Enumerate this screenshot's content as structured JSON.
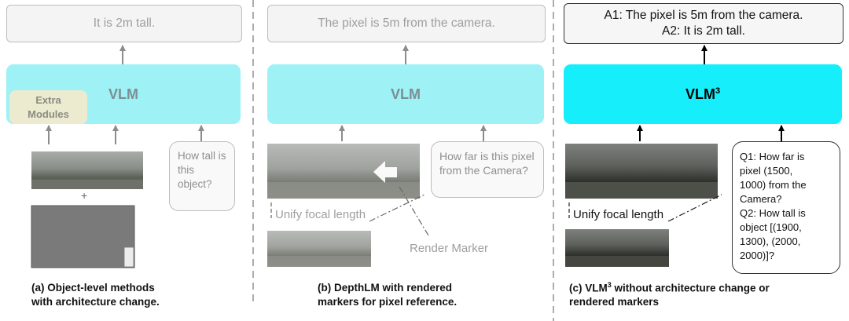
{
  "panel_a": {
    "output": "It is 2m tall.",
    "vlm": "VLM",
    "extra_modules": [
      "Extra",
      "Modules"
    ],
    "plus": "+",
    "question": "How tall is this object?",
    "caption": [
      "(a) Object-level methods",
      "with architecture change."
    ]
  },
  "panel_b": {
    "output": "The pixel is 5m from the camera.",
    "vlm": "VLM",
    "question": "How far is this pixel from the Camera?",
    "unify_label": "Unify focal length",
    "render_label": "Render Marker",
    "caption": [
      "(b) DepthLM with rendered",
      "markers for pixel reference."
    ]
  },
  "panel_c": {
    "output": [
      "A1: The pixel is 5m from the camera.",
      "A2: It is 2m tall."
    ],
    "vlm": "VLM",
    "vlm_sup": "3",
    "question": [
      "Q1: How far is",
      "pixel (1500,",
      "1000) from the",
      "Camera?",
      "Q2: How tall is",
      "object [(1900,",
      "1300), (2000,",
      "2000)]?"
    ],
    "unify_label": "Unify focal length",
    "caption_prefix": "(c) VLM",
    "caption_sup": "3",
    "caption_rest": " without architecture change or",
    "caption_line2": "rendered markers"
  },
  "colors": {
    "vlm_faded": "#9ef1f5",
    "vlm_strong": "#17eefc",
    "extra_modules": "#ecebcf",
    "arrow_faded": "#8c8c8c",
    "arrow_dark": "#000000"
  }
}
